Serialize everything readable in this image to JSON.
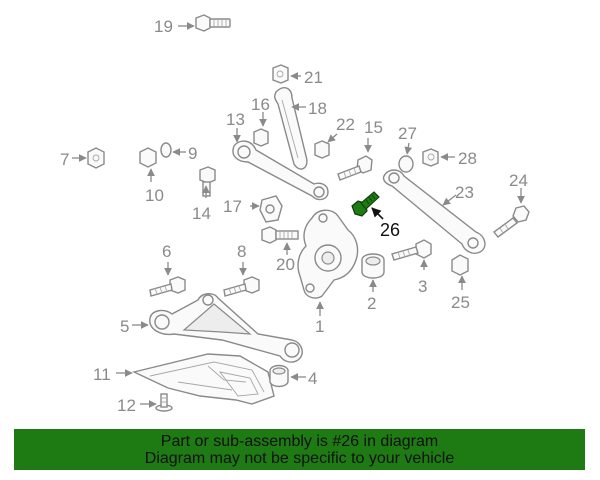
{
  "diagram": {
    "callouts": [
      {
        "id": "1",
        "label": "1"
      },
      {
        "id": "2",
        "label": "2"
      },
      {
        "id": "3",
        "label": "3"
      },
      {
        "id": "4",
        "label": "4"
      },
      {
        "id": "5",
        "label": "5"
      },
      {
        "id": "6",
        "label": "6"
      },
      {
        "id": "7",
        "label": "7"
      },
      {
        "id": "8",
        "label": "8"
      },
      {
        "id": "9",
        "label": "9"
      },
      {
        "id": "10",
        "label": "10"
      },
      {
        "id": "11",
        "label": "11"
      },
      {
        "id": "12",
        "label": "12"
      },
      {
        "id": "13",
        "label": "13"
      },
      {
        "id": "14",
        "label": "14"
      },
      {
        "id": "15",
        "label": "15"
      },
      {
        "id": "16",
        "label": "16"
      },
      {
        "id": "17",
        "label": "17"
      },
      {
        "id": "18",
        "label": "18"
      },
      {
        "id": "19",
        "label": "19"
      },
      {
        "id": "20",
        "label": "20"
      },
      {
        "id": "21",
        "label": "21"
      },
      {
        "id": "22",
        "label": "22"
      },
      {
        "id": "23",
        "label": "23"
      },
      {
        "id": "24",
        "label": "24"
      },
      {
        "id": "25",
        "label": "25"
      },
      {
        "id": "26",
        "label": "26"
      },
      {
        "id": "27",
        "label": "27"
      },
      {
        "id": "28",
        "label": "28"
      }
    ],
    "highlight_color": "#1e7a12",
    "line_color": "#8a8a8a"
  },
  "banner": {
    "line1": "Part or sub-assembly is #26 in diagram",
    "line2": "Diagram may not be specific to your vehicle",
    "background": "#1e7a12"
  }
}
